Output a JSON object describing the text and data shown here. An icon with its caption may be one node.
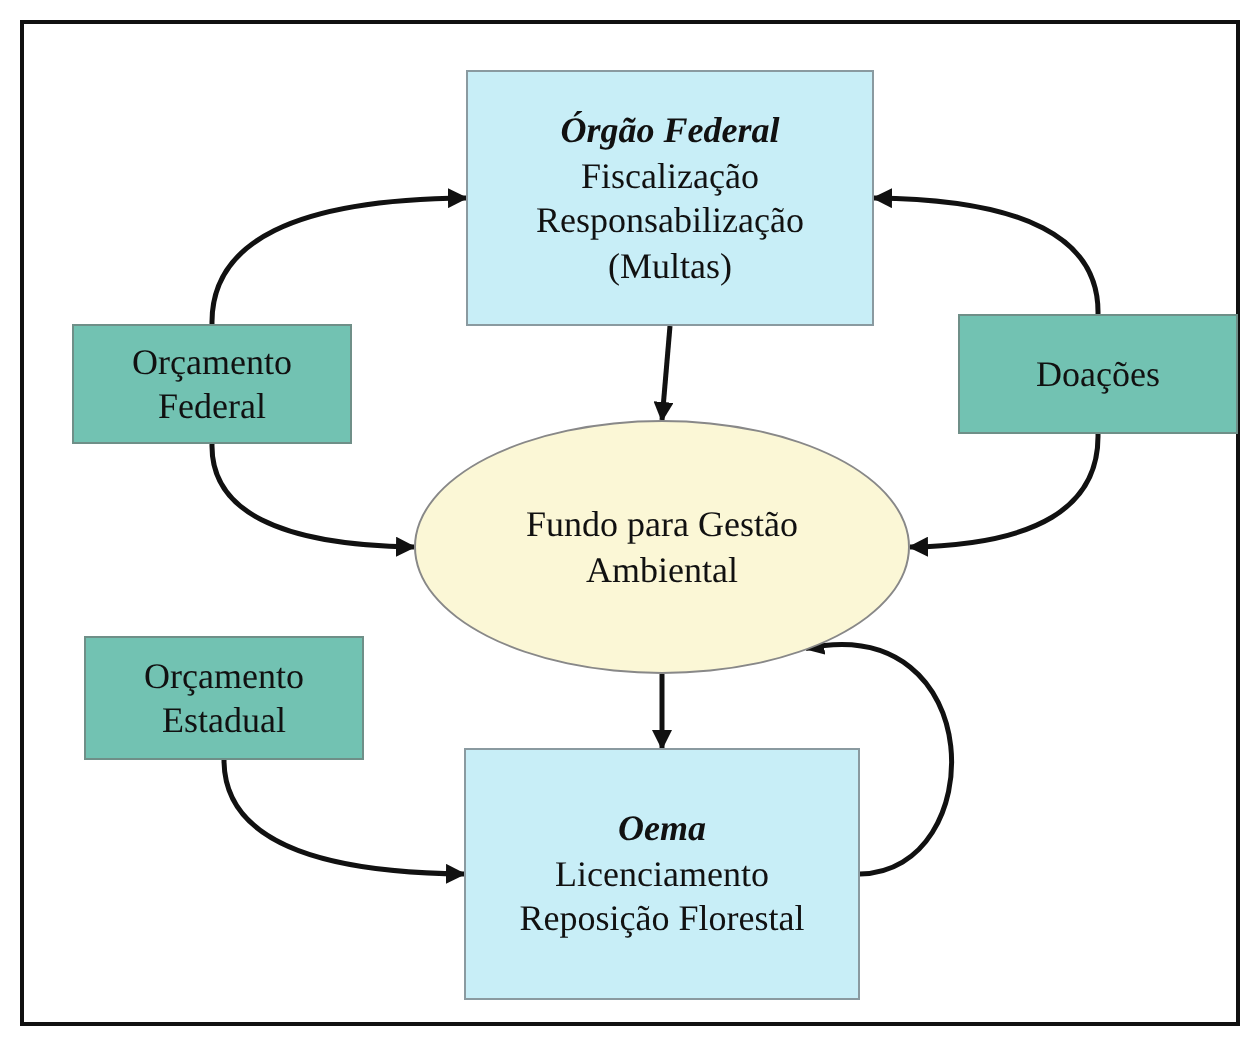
{
  "diagram": {
    "nodes": [
      {
        "text": [
          "Órgão Federal",
          "Fiscalização Responsabilização (Multas)"
        ]
      },
      {
        "text": [
          "Orçamento Federal"
        ]
      },
      {
        "text": [
          "Doações"
        ]
      },
      {
        "text": [
          "Fundo para Gestão Ambiental"
        ]
      },
      {
        "text": [
          "Orçamento Estadual"
        ]
      },
      {
        "text": [
          "Oema",
          "Licenciamento Reposição Florestal"
        ]
      }
    ],
    "edges": [
      {
        "from": 1,
        "to": 0,
        "arrow": "to"
      },
      {
        "from": 2,
        "to": 0,
        "arrow": "to"
      },
      {
        "from": 0,
        "to": 3,
        "arrow": "to"
      },
      {
        "from": 1,
        "to": 3,
        "arrow": "to"
      },
      {
        "from": 2,
        "to": 3,
        "arrow": "to"
      },
      {
        "from": 3,
        "to": 5,
        "arrow": "to"
      },
      {
        "from": 4,
        "to": 5,
        "arrow": "to"
      },
      {
        "from": 5,
        "to": 3,
        "arrow": "to"
      }
    ]
  }
}
